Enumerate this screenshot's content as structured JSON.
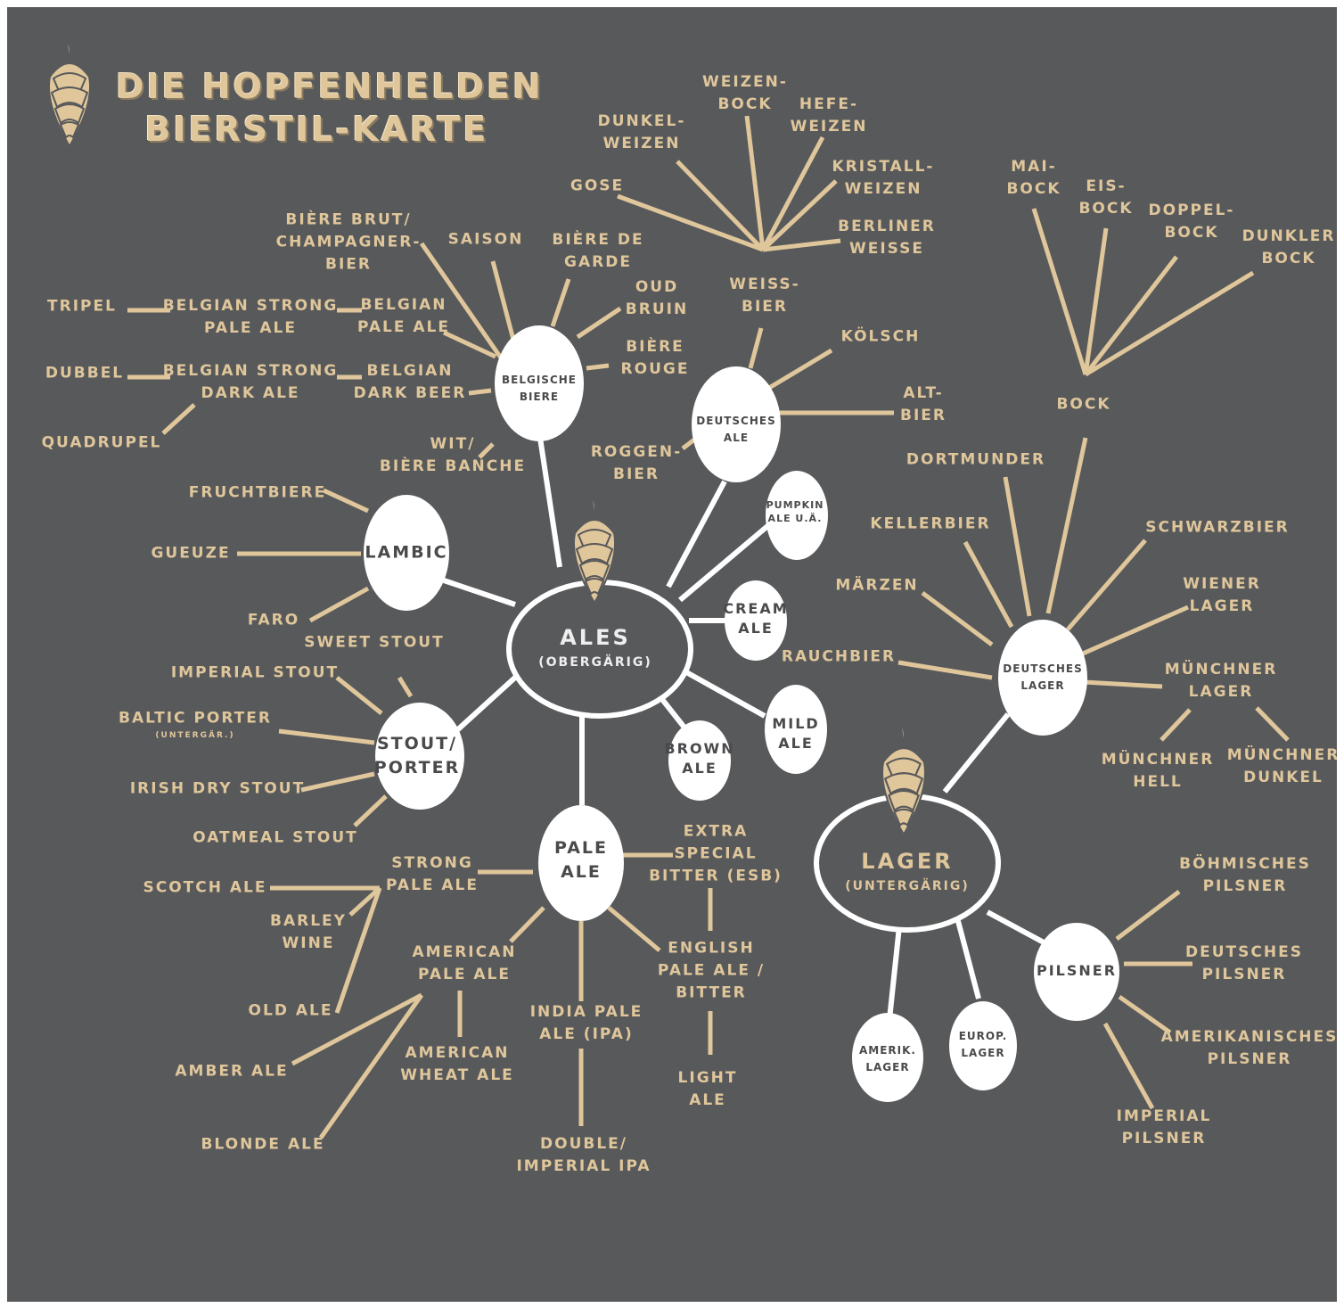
{
  "title": {
    "line1": "DIE HOPFENHELDEN",
    "line2": "BIERSTIL-KARTE"
  },
  "nodes": {
    "ales": "ALES",
    "ales_sub": "(OBERGÄRIG)",
    "lager": "LAGER",
    "lager_sub": "(UNTERGÄRIG)",
    "belgische": "BELGISCHE\nBIERE",
    "deutsches_ale": "DEUTSCHES\nALE",
    "pumpkin": "PUMPKIN\nALE U.Ä.",
    "cream": "CREAM\nALE",
    "mild": "MILD\nALE",
    "brown": "BROWN\nALE",
    "pale": "PALE\nALE",
    "stout": "STOUT/\nPORTER",
    "lambic": "LAMBIC",
    "deutsches_lager": "DEUTSCHES\nLAGER",
    "pilsner": "PILSNER",
    "amerik": "AMERIK.\nLAGER",
    "europ": "EUROP.\nLAGER"
  },
  "styles": {
    "weizenbock": "WEIZEN-\nBOCK",
    "hefeweizen": "HEFE-\nWEIZEN",
    "dunkelweizen": "DUNKEL-\nWEIZEN",
    "kristallweizen": "KRISTALL-\nWEIZEN",
    "gose": "GOSE",
    "berliner": "BERLINER\nWEISSE",
    "weissbier": "WEISS-\nBIER",
    "koelsch": "KÖLSCH",
    "altbier": "ALT-\nBIER",
    "roggenbier": "ROGGEN-\nBIER",
    "biere_brut": "BIÈRE BRUT/\nCHAMPAGNER-\nBIER",
    "saison": "SAISON",
    "biere_de_garde": "BIÈRE DE\nGARDE",
    "oud_bruin": "OUD\nBRUIN",
    "biere_rouge": "BIÈRE\nROUGE",
    "wit": "WIT/\nBIÈRE BANCHE",
    "belgian_pale": "BELGIAN\nPALE ALE",
    "belgian_dark": "BELGIAN\nDARK BEER",
    "strong_pale": "BELGIAN STRONG\nPALE ALE",
    "strong_dark": "BELGIAN STRONG\nDARK ALE",
    "tripel": "TRIPEL",
    "dubbel": "DUBBEL",
    "quadrupel": "QUADRUPEL",
    "fruchtbiere": "FRUCHTBIERE",
    "gueuze": "GUEUZE",
    "faro": "FARO",
    "sweet_stout": "SWEET STOUT",
    "imperial_stout": "IMPERIAL STOUT",
    "baltic_porter": "BALTIC PORTER",
    "baltic_porter_sub": "(UNTERGÄR.)",
    "irish_dry": "IRISH DRY STOUT",
    "oatmeal": "OATMEAL STOUT",
    "strong_pale_ale": "STRONG\nPALE ALE",
    "scotch": "SCOTCH ALE",
    "barley_wine": "BARLEY\nWINE",
    "old_ale": "OLD ALE",
    "amber": "AMBER ALE",
    "blonde": "BLONDE ALE",
    "american_pale": "AMERICAN\nPALE ALE",
    "american_wheat": "AMERICAN\nWHEAT ALE",
    "ipa": "INDIA PALE\nALE (IPA)",
    "double_ipa": "DOUBLE/\nIMPERIAL IPA",
    "esb": "EXTRA\nSPECIAL\nBITTER (ESB)",
    "english_pale": "ENGLISH\nPALE ALE /\nBITTER",
    "light_ale": "LIGHT\nALE",
    "maibock": "MAI-\nBOCK",
    "eisbock": "EIS-\nBOCK",
    "doppelbock": "DOPPEL-\nBOCK",
    "dunkler_bock": "DUNKLER\nBOCK",
    "bock": "BOCK",
    "dortmunder": "DORTMUNDER",
    "kellerbier": "KELLERBIER",
    "schwarzbier": "SCHWARZBIER",
    "maerzen": "MÄRZEN",
    "wiener": "WIENER\nLAGER",
    "rauchbier": "RAUCHBIER",
    "muenchner_lager": "MÜNCHNER\nLAGER",
    "muenchner_hell": "MÜNCHNER\nHELL",
    "muenchner_dunkel": "MÜNCHNER\nDUNKEL",
    "boehmisches": "BÖHMISCHES\nPILSNER",
    "deutsches_pilsner": "DEUTSCHES\nPILSNER",
    "amerikanisches": "AMERIKANISCHES\nPILSNER",
    "imperial_pilsner": "IMPERIAL\nPILSNER"
  },
  "colors": {
    "background": "#58595b",
    "gold": "#dfc69b",
    "node_fill": "#ffffff",
    "node_text": "#4a4a4c"
  },
  "icons": [
    "hop-cone-icon"
  ]
}
